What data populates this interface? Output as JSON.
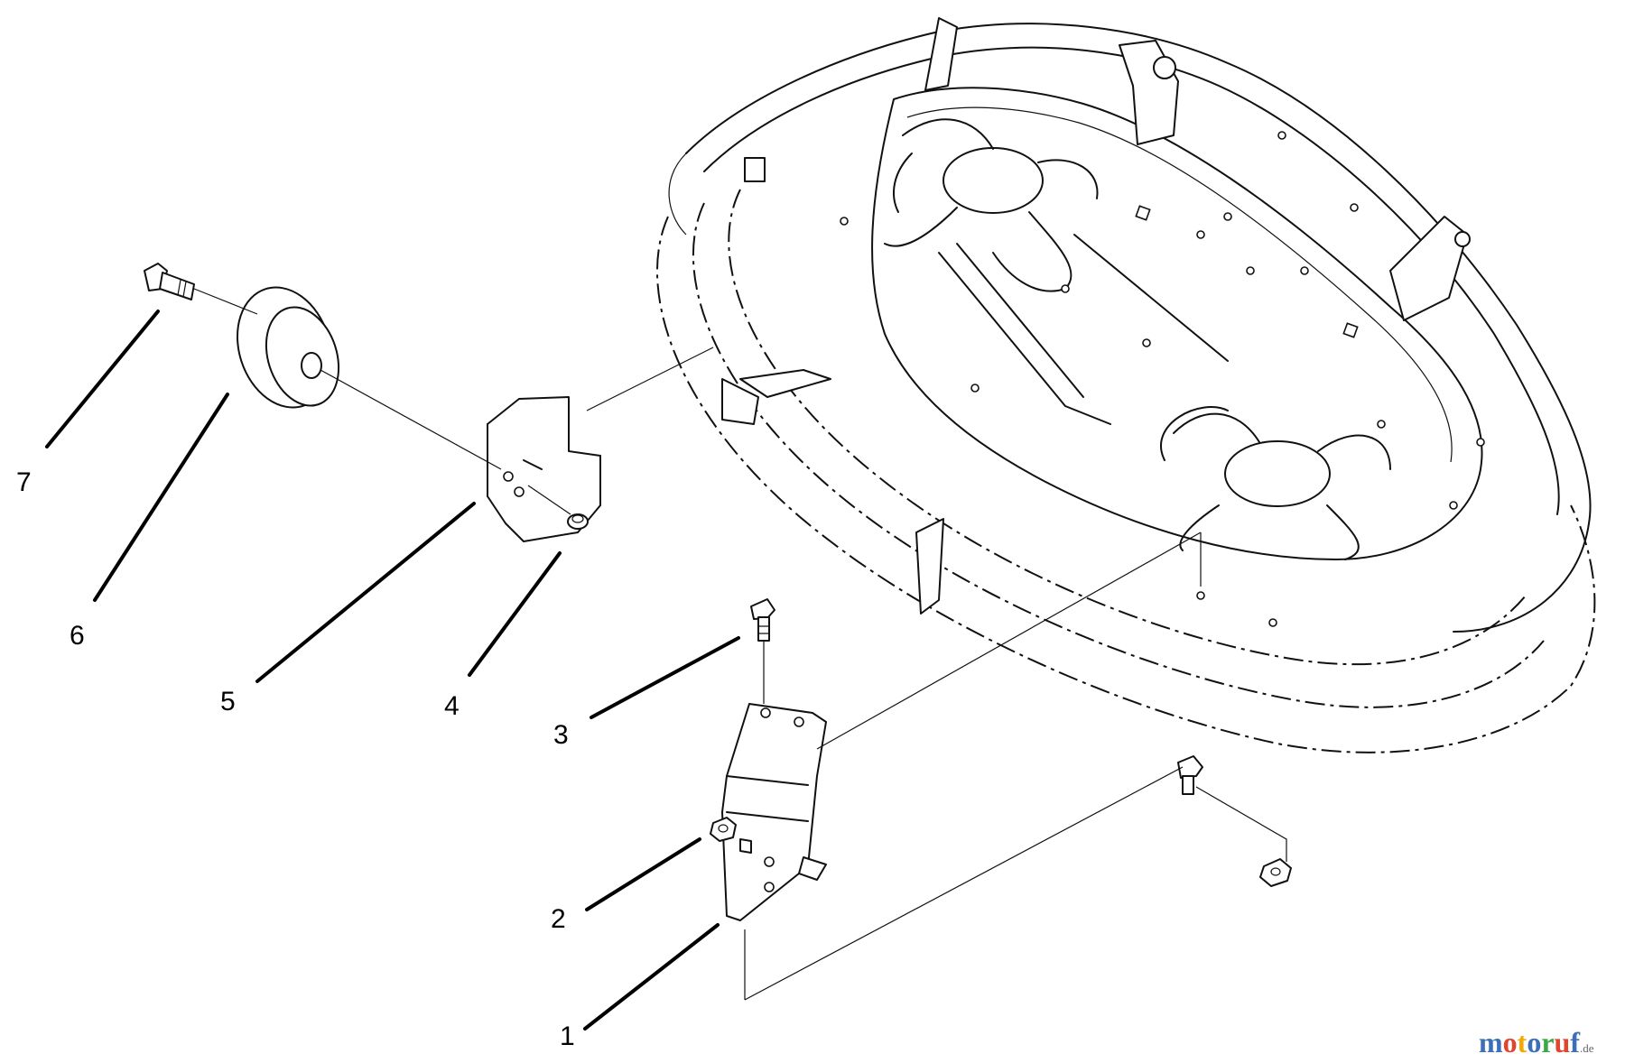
{
  "callouts": [
    {
      "id": "1",
      "label": "1"
    },
    {
      "id": "2",
      "label": "2"
    },
    {
      "id": "3",
      "label": "3"
    },
    {
      "id": "4",
      "label": "4"
    },
    {
      "id": "5",
      "label": "5"
    },
    {
      "id": "6",
      "label": "6"
    },
    {
      "id": "7",
      "label": "7"
    }
  ],
  "watermark": {
    "letters": [
      "m",
      "o",
      "t",
      "o",
      "r",
      "u",
      "f"
    ],
    "letter_colors": [
      "#3b6fb6",
      "#e0462f",
      "#f2a900",
      "#3b6fb6",
      "#3aa845",
      "#e0462f",
      "#3b6fb6"
    ],
    "suffix": ".de"
  }
}
